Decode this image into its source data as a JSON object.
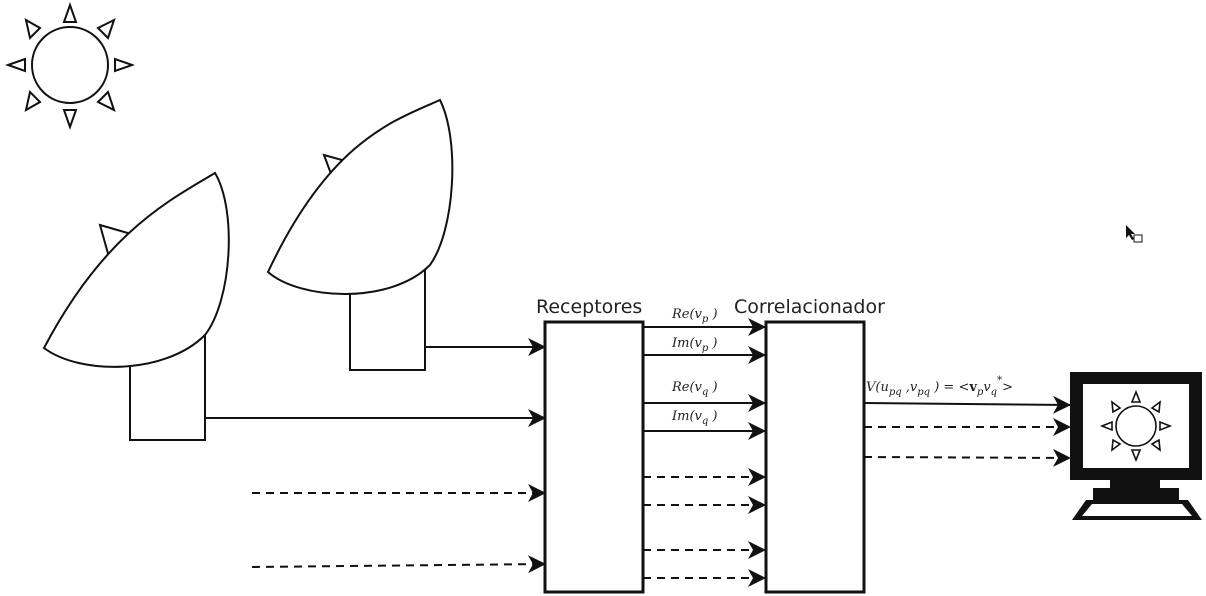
{
  "labels": {
    "receivers": "Receptores",
    "correlator": "Correlacionador"
  },
  "signals": {
    "re_p": {
      "fn": "Re(v",
      "sub": "p",
      "close": " )"
    },
    "im_p": {
      "fn": "Im(v",
      "sub": "p",
      "close": " )"
    },
    "re_q": {
      "fn": "Re(v",
      "sub": "q",
      "close": " )"
    },
    "im_q": {
      "fn": "Im(v",
      "sub": "q",
      "close": " )"
    }
  },
  "visibility": {
    "v": "V(u",
    "sub1": "pq",
    "mid": " ,v",
    "sub2": "pq",
    "mid2": " ) = <",
    "vp": "v",
    "vp_sub": "p",
    "vq": "v",
    "vq_sub": "q",
    "star": "*",
    "end": ">"
  },
  "icons": [
    "sun-icon",
    "radio-dish-icon",
    "monitor-icon",
    "cursor-icon"
  ]
}
